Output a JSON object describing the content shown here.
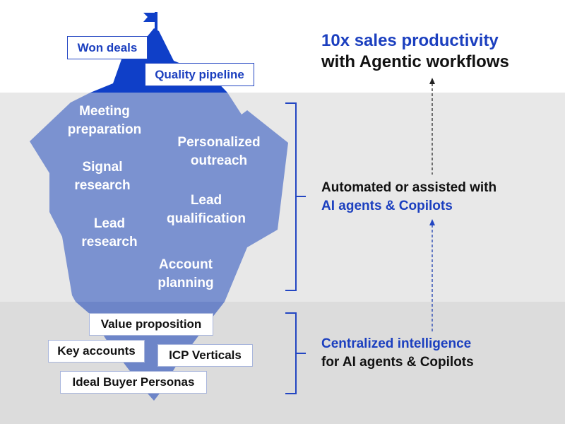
{
  "colors": {
    "accent_blue": "#1b3fbf",
    "peak_blue": "#0f3fc8",
    "iceberg_upper": "#7b92d0",
    "iceberg_lower": "#6d85c8",
    "band_mid": "#e8e8e8",
    "band_bottom": "#dcdcdc",
    "arrow_dark": "#444444",
    "arrow_blue": "#3653b5"
  },
  "peak": {
    "labels": [
      "Won deals",
      "Quality pipeline"
    ]
  },
  "iceberg": {
    "items": [
      {
        "line1": "Meeting",
        "line2": "preparation"
      },
      {
        "line1": "Personalized",
        "line2": "outreach"
      },
      {
        "line1": "Signal",
        "line2": "research"
      },
      {
        "line1": "Lead",
        "line2": "qualification"
      },
      {
        "line1": "Lead",
        "line2": "research"
      },
      {
        "line1": "Account",
        "line2": "planning"
      }
    ]
  },
  "foundation": {
    "labels": [
      "Value proposition",
      "Key accounts",
      "ICP Verticals",
      "Ideal Buyer Personas"
    ]
  },
  "right": {
    "headline_line1": "10x sales productivity",
    "headline_line2": "with Agentic workflows",
    "middle_line1": "Automated or assisted with",
    "middle_line2": "AI agents & Copilots",
    "bottom_line1": "Centralized intelligence",
    "bottom_line2": "for AI agents & Copilots"
  }
}
